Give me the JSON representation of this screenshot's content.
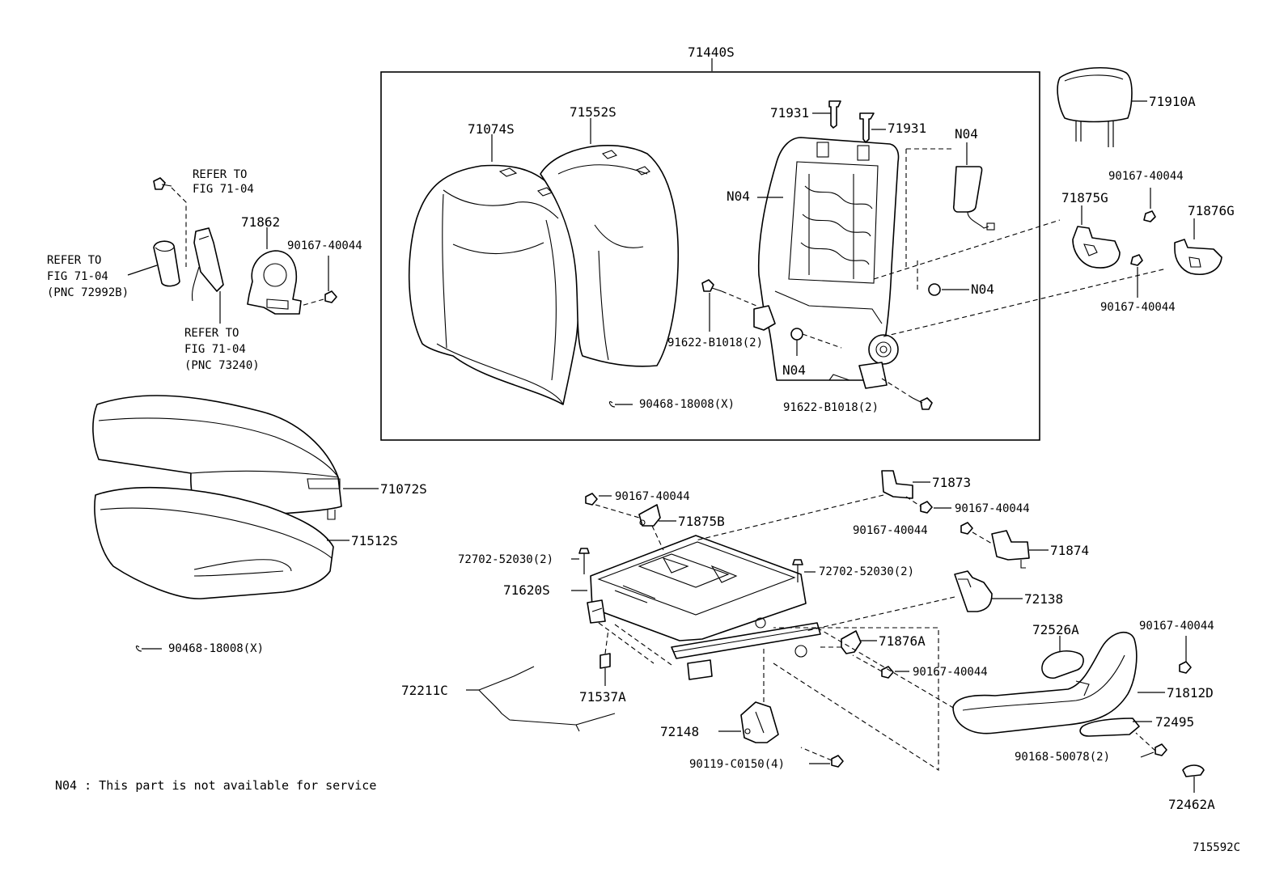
{
  "group_label": "71440S",
  "labels": {
    "l71074S": "71074S",
    "l71552S": "71552S",
    "l71931a": "71931",
    "l71931b": "71931",
    "lN04top": "N04",
    "lN04left": "N04",
    "lN04right": "N04",
    "lN04bottom": "N04",
    "l91622a": "91622-B1018(2)",
    "l91622b": "91622-B1018(2)",
    "l90468a": "90468-18008(X)",
    "l90468b": "90468-18008(X)",
    "l71910A": "71910A",
    "l90167_hr": "90167-40044",
    "l71875G": "71875G",
    "l71876G": "71876G",
    "l90167_r2": "90167-40044",
    "refer1a": "REFER TO",
    "refer1b": "FIG 71-04",
    "refer2a": "REFER TO",
    "refer2b": "FIG 71-04",
    "refer2c": "(PNC 72992B)",
    "refer3a": "REFER TO",
    "refer3b": "FIG 71-04",
    "refer3c": "(PNC 73240)",
    "l71862": "71862",
    "l90167_71862": "90167-40044",
    "l71072S": "71072S",
    "l71512S": "71512S",
    "l71873": "71873",
    "l90167_71873": "90167-40044",
    "l90167_71875B": "90167-40044",
    "l71875B": "71875B",
    "l90167_71874": "90167-40044",
    "l71874": "71874",
    "l72702a": "72702-52030(2)",
    "l72702b": "72702-52030(2)",
    "l71620S": "71620S",
    "l72138": "72138",
    "l71876A": "71876A",
    "l90167_71876A": "90167-40044",
    "l72526A": "72526A",
    "l90167_71812D": "90167-40044",
    "l71812D": "71812D",
    "l72495": "72495",
    "l72211C": "72211C",
    "l71537A": "71537A",
    "l72148": "72148",
    "l90119": "90119-C0150(4)",
    "l90168": "90168-50078(2)",
    "l72462A": "72462A"
  },
  "footnote": "N04 : This part is not available for service",
  "figure_id": "715592C"
}
